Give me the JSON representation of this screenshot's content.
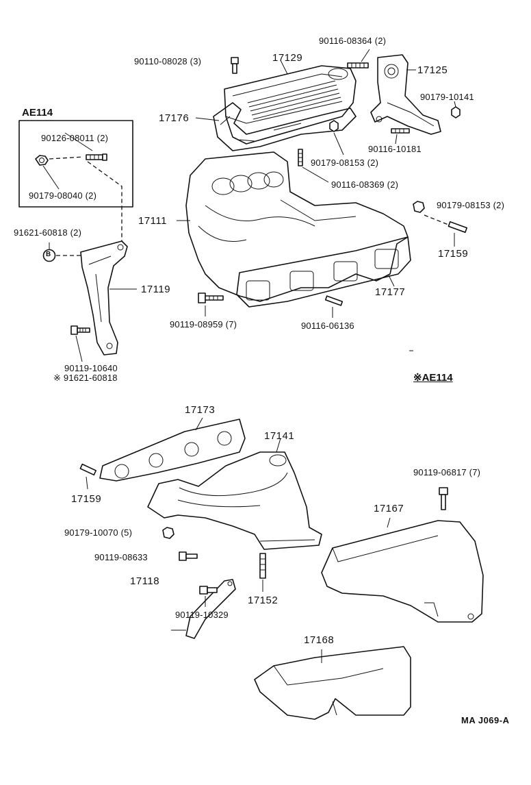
{
  "diagram": {
    "parts": {
      "p_90110_08028": "90110-08028 (3)",
      "p_17129": "17129",
      "p_90116_08364": "90116-08364 (2)",
      "p_17125": "17125",
      "p_90179_10141": "90179-10141",
      "p_17176": "17176",
      "p_90116_10181": "90116-10181",
      "p_90179_08153_a": "90179-08153 (2)",
      "p_90116_08369": "90116-08369 (2)",
      "p_17111": "17111",
      "p_90179_08153_b": "90179-08153 (2)",
      "p_17159_a": "17159",
      "p_17177": "17177",
      "p_90119_08959": "90119-08959 (7)",
      "p_90116_06136": "90116-06136",
      "p_17119": "17119",
      "p_91621_60818_a": "91621-60818 (2)",
      "p_90119_10640": "90119-10640",
      "p_91621_60818_b": "※ 91621-60818",
      "p_17173": "17173",
      "p_17141": "17141",
      "p_17159_b": "17159",
      "p_90179_10070": "90179-10070 (5)",
      "p_90119_08633": "90119-08633",
      "p_17118": "17118",
      "p_17152": "17152",
      "p_90119_10329": "90119-10329",
      "p_90119_06817": "90119-06817 (7)",
      "p_17167": "17167",
      "p_17168": "17168"
    },
    "inset": {
      "title": "AE114",
      "p_90126_08011": "90126-08011 (2)",
      "p_90179_08040": "90179-08040 (2)"
    },
    "b_marker": "B",
    "ae114_note": "※AE114",
    "footer_code": "MA  J069-A"
  }
}
